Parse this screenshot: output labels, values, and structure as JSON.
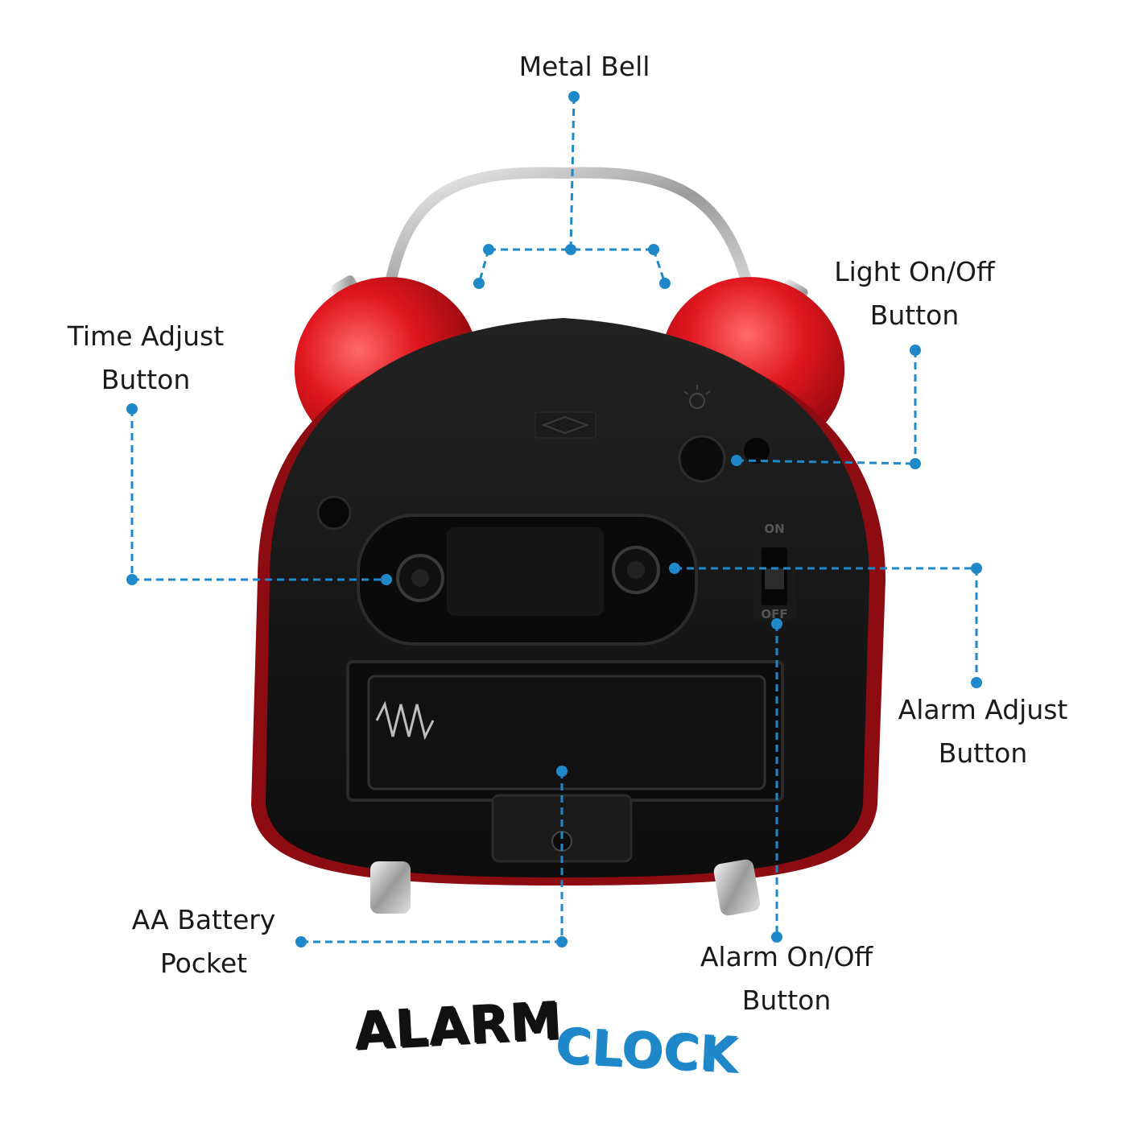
{
  "labels": {
    "metal_bell": [
      "Metal Bell"
    ],
    "light_button": [
      "Light On/Off",
      "Button"
    ],
    "time_adjust": [
      "Time Adjust",
      "Button"
    ],
    "alarm_adjust": [
      "Alarm Adjust",
      "Button"
    ],
    "battery_pocket": [
      "AA Battery",
      "Pocket"
    ],
    "alarm_onoff": [
      "Alarm On/Off",
      "Button"
    ]
  },
  "switch_labels": {
    "on": "ON",
    "off": "OFF"
  },
  "title": {
    "word1": "ALARM",
    "word2": "CLOCK"
  },
  "colors": {
    "leader": "#1e88c8",
    "bell_red": "#d81a24",
    "body_black": "#141414",
    "title_dark": "#111111",
    "title_blue": "#1e88c8"
  }
}
